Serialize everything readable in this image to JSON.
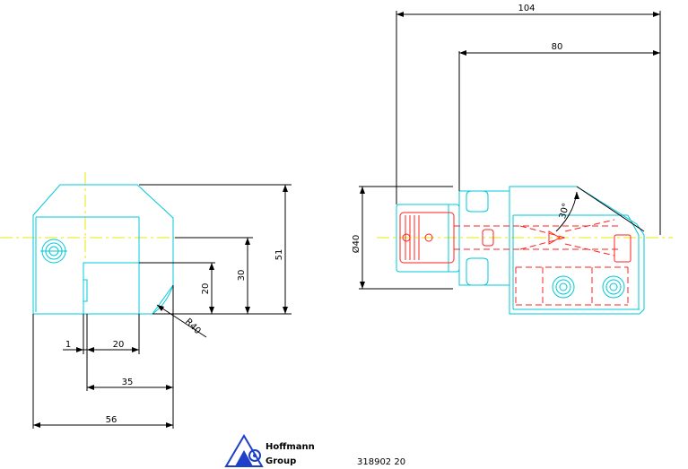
{
  "dimensions": {
    "front_width": "56",
    "front_height": "51",
    "front_height_30": "30",
    "front_height_20": "20",
    "offset_1": "1",
    "offset_20": "20",
    "offset_35": "35",
    "radius": "R40",
    "side_length_104": "104",
    "side_length_80": "80",
    "shank_diameter": "Ø40",
    "angle": "30°"
  },
  "logo": {
    "line1": "Hoffmann",
    "line2": "Group"
  },
  "part_number": "318902 20",
  "colors": {
    "outline": "#00c8d8",
    "hidden": "#ff2020",
    "centerline": "#e8e800",
    "dimension": "#000000",
    "brand": "#1e3fc8"
  }
}
